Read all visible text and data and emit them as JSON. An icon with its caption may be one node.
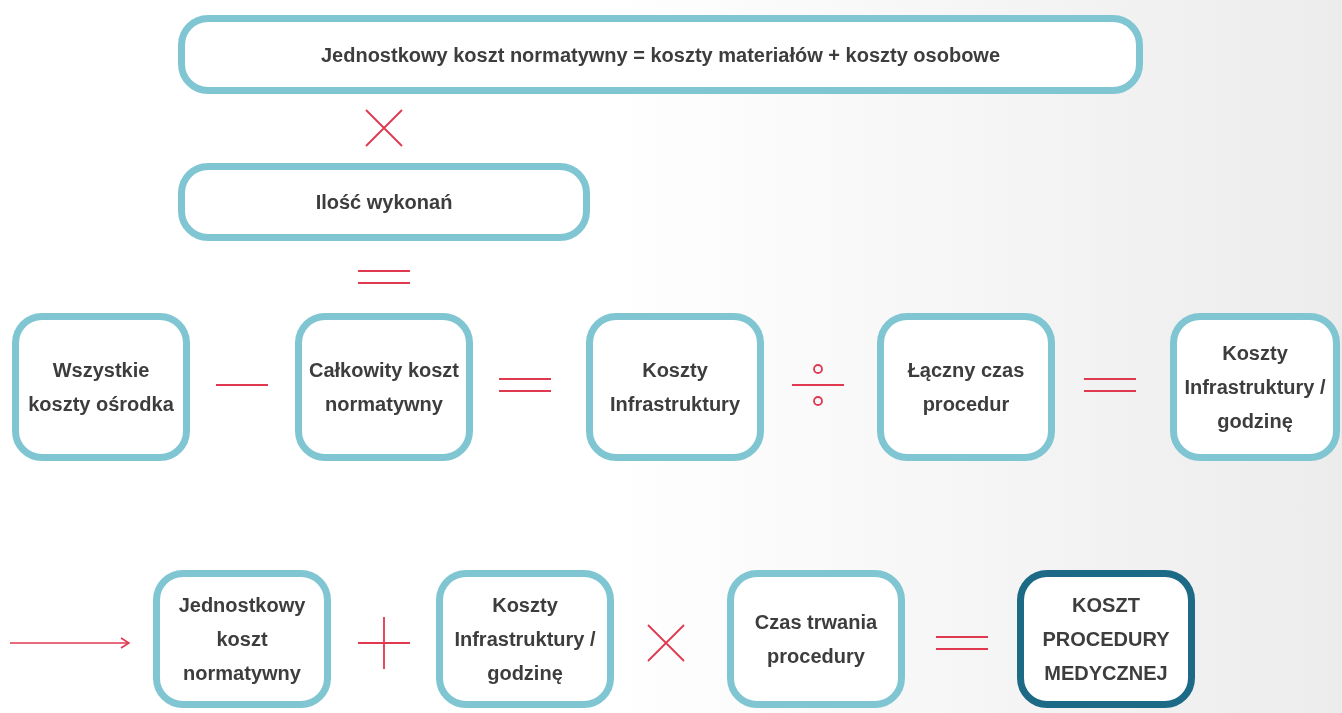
{
  "diagram": {
    "nodes": [
      {
        "text": [
          "Jednostkowy koszt normatywny = koszty materiałów + koszty osobowe"
        ]
      },
      {
        "text": [
          "Ilość wykonań"
        ]
      },
      {
        "text": [
          "Wszystkie koszty ośrodka"
        ]
      },
      {
        "text": [
          "Całkowity koszt normatywny"
        ]
      },
      {
        "text": [
          "Koszty Infrastruktury"
        ]
      },
      {
        "text": [
          "Łączny czas procedur"
        ]
      },
      {
        "text": [
          "Koszty Infrastruktury / godzinę"
        ]
      },
      {
        "text": [
          "Jednostkowy koszt normatywny"
        ]
      },
      {
        "text": [
          "Koszty Infrastruktury / godzinę"
        ]
      },
      {
        "text": [
          "Czas trwania procedury"
        ]
      },
      {
        "text": [
          "KOSZT PROCEDURY MEDYCZNEJ"
        ]
      }
    ],
    "edges": [
      {
        "from": null,
        "to": 7,
        "arrow": "to",
        "color": "#e0384f"
      }
    ]
  }
}
